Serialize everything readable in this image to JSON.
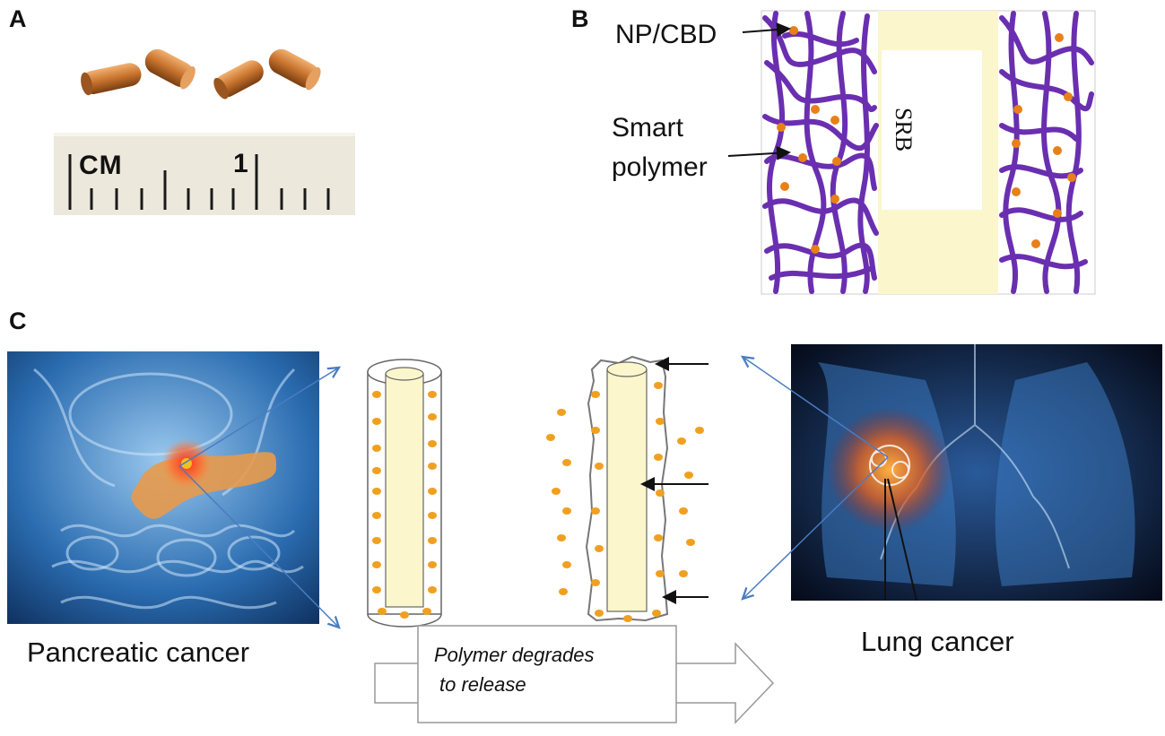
{
  "panels": {
    "a": {
      "letter": "A",
      "ruler_unit": "CM",
      "ruler_mark": "1"
    },
    "b": {
      "letter": "B",
      "np_label": "NP/CBD",
      "polymer_label_line1": "Smart",
      "polymer_label_line2": "polymer",
      "srb_label": "SRB"
    },
    "c": {
      "letter": "C",
      "pancreatic_label": "Pancreatic cancer",
      "lung_label": "Lung cancer",
      "arrow_text_line1": "Polymer degrades",
      "arrow_text_line2": "to release"
    }
  },
  "colors": {
    "copper": "#c8742e",
    "purple": "#6a2fb0",
    "orange_dot": "#f0a020",
    "core_fill": "#fbf6cc",
    "body_blue": "#1f5c9a",
    "arrow_blue": "#4a7cc0"
  }
}
